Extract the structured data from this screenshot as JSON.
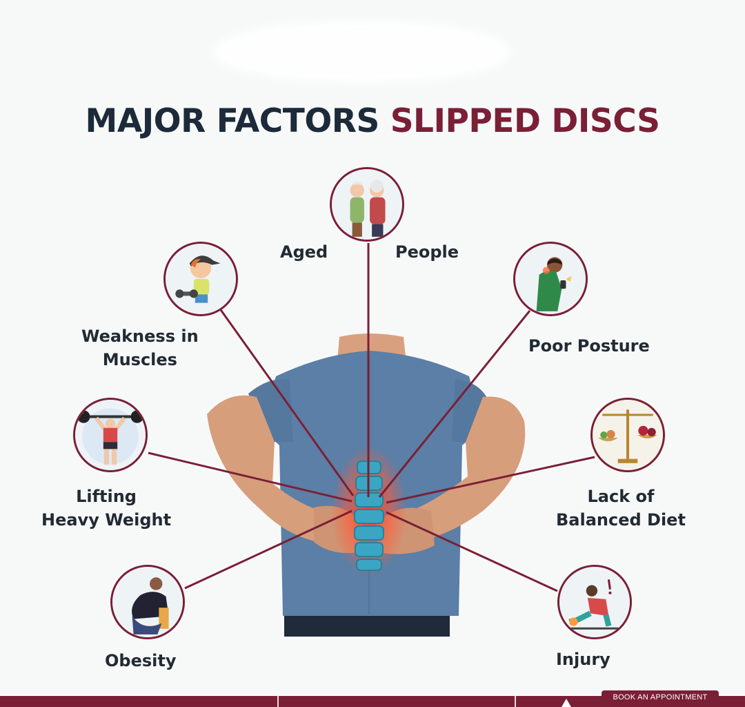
{
  "headline": {
    "part1": "MAJOR FACTORS",
    "part2": "SLIPPED DISCS"
  },
  "colors": {
    "accent": "#7a1f36",
    "dark_text": "#1c2a3a",
    "shirt": "#5b7fa6",
    "spine": "#3aa6c4",
    "inflammation": "#ff3a2a"
  },
  "factors": {
    "aged": {
      "word1": "Aged",
      "word2": "People",
      "icon": "elderly-couple-icon"
    },
    "weakness": {
      "line1": "Weakness in",
      "line2": "Muscles",
      "icon": "weak-boy-dumbbell-icon"
    },
    "posture": {
      "label": "Poor Posture",
      "icon": "hunched-phone-user-icon"
    },
    "lifting": {
      "line1": "Lifting",
      "line2": "Heavy Weight",
      "icon": "weightlifter-icon"
    },
    "diet": {
      "line1": "Lack of",
      "line2": "Balanced Diet",
      "icon": "balance-scale-food-icon"
    },
    "obesity": {
      "label": "Obesity",
      "icon": "obese-person-icon"
    },
    "injury": {
      "label": "Injury",
      "icon": "runner-ankle-injury-icon"
    }
  },
  "footer": {
    "book_label": "BOOK AN APPOINTMENT",
    "phone_icon": "phone-icon"
  }
}
